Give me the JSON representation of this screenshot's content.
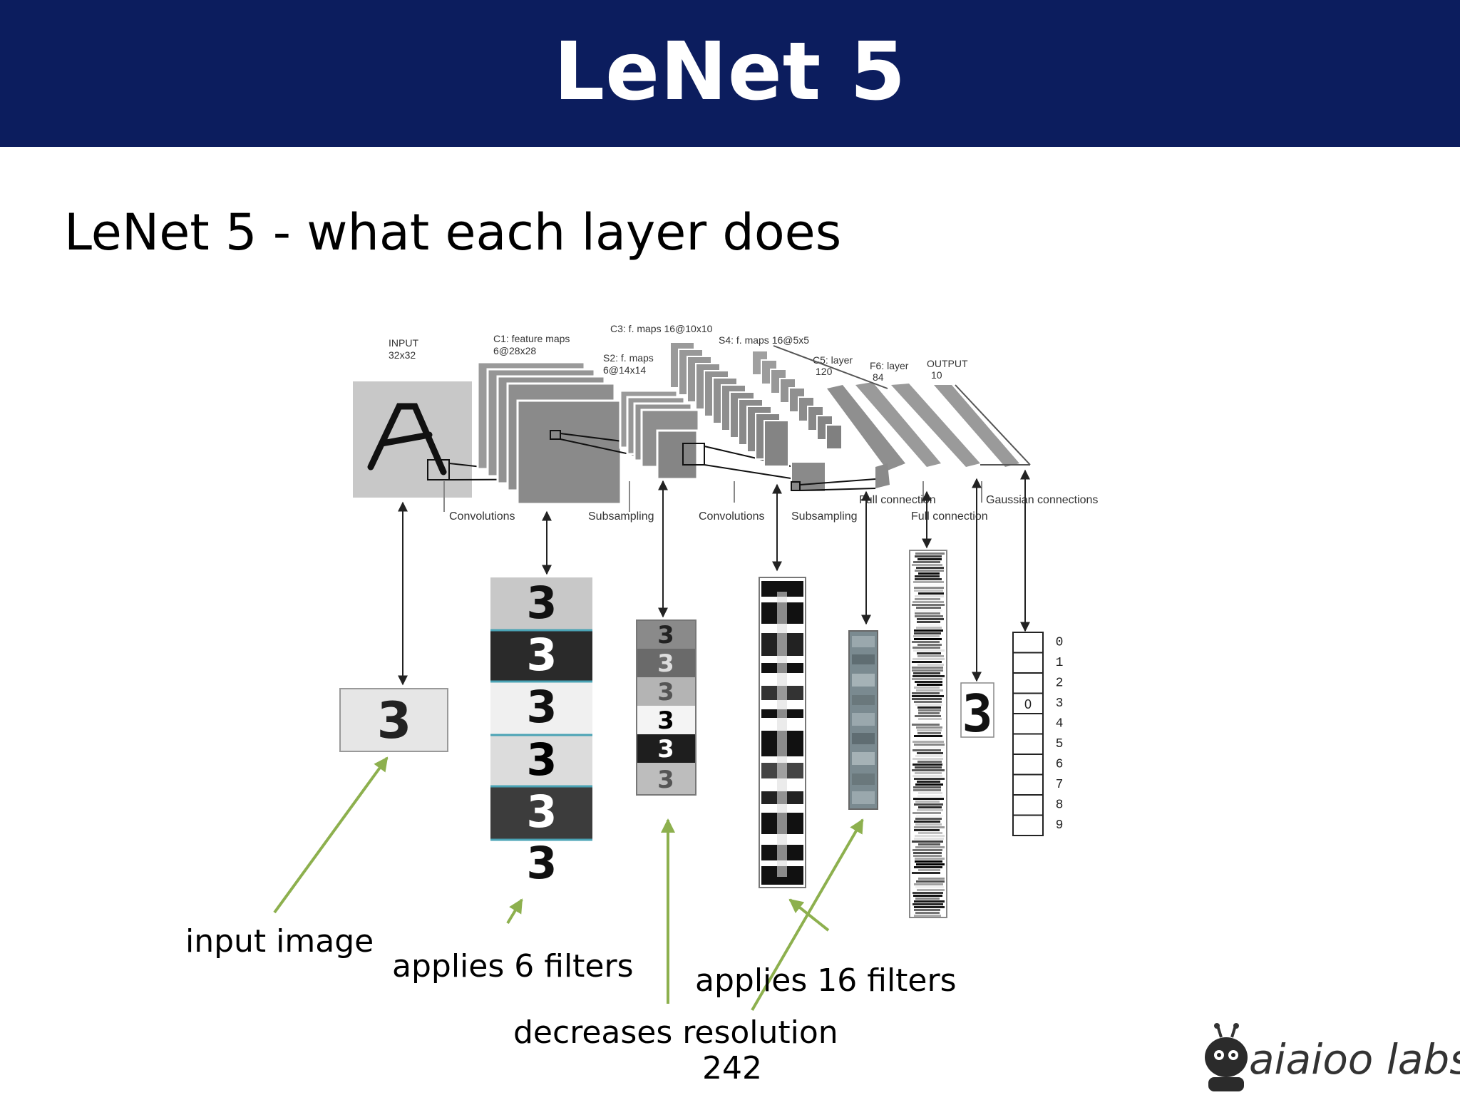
{
  "slide": {
    "title": "LeNet 5",
    "subtitle": "LeNet 5 - what each layer does",
    "page_number": "242"
  },
  "diagram": {
    "layer_labels": {
      "input": [
        "INPUT",
        "32x32"
      ],
      "c1": [
        "C1: feature maps",
        "6@28x28"
      ],
      "s2": [
        "S2: f. maps",
        "6@14x14"
      ],
      "c3": "C3: f. maps 16@10x10",
      "s4": "S4: f. maps 16@5x5",
      "c5": [
        "C5: layer",
        "120"
      ],
      "f6": [
        "F6: layer",
        "84"
      ],
      "output": [
        "OUTPUT",
        "10"
      ]
    },
    "operation_labels": {
      "convolutions_1": "Convolutions",
      "subsampling_1": "Subsampling",
      "convolutions_2": "Convolutions",
      "subsampling_2": "Subsampling",
      "full_connection_1": "Full connection",
      "full_connection_2": "Full connection",
      "gaussian": "Gaussian connections"
    },
    "input_glyph": "A",
    "digit": "3",
    "output_value": "0",
    "output_digits": [
      "0",
      "1",
      "2",
      "3",
      "4",
      "5",
      "6",
      "7",
      "8",
      "9"
    ]
  },
  "captions": {
    "input_image": "input image",
    "applies_6": "applies 6 filters",
    "applies_16": "applies 16 filters",
    "decreases": "decreases resolution"
  },
  "logo": {
    "text": "aiaioo labs",
    "icon": "robot-bee-icon"
  },
  "colors": {
    "title_bar": "#0c1d5e",
    "arrow_green": "#8db04e",
    "map_gray": "#8a8a8a"
  }
}
